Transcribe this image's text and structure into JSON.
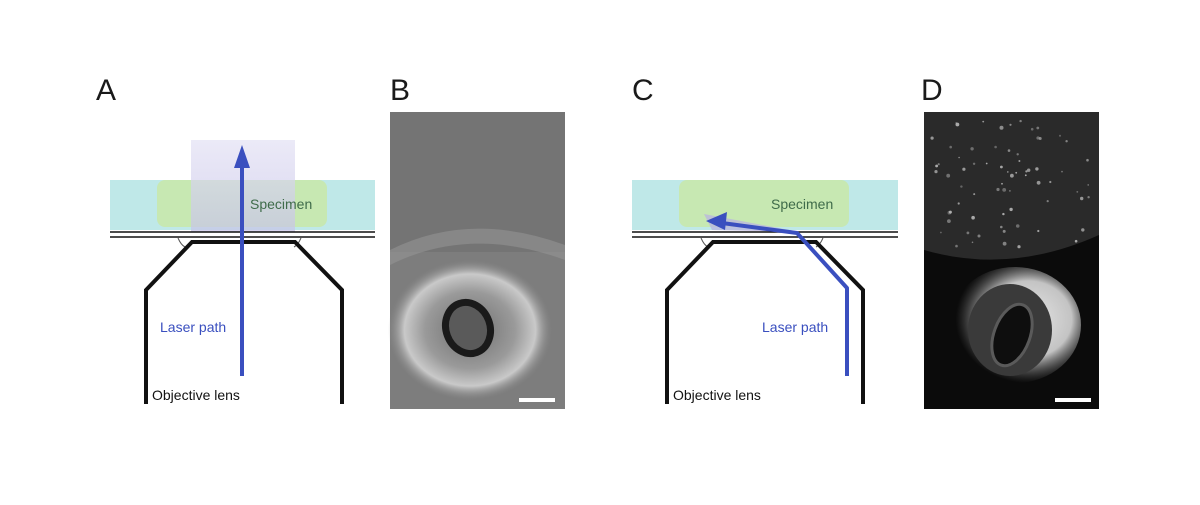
{
  "panels": {
    "a": {
      "letter": "A",
      "specimen_label": "Specimen",
      "laser_label": "Laser path",
      "objective_label": "Objective lens"
    },
    "b": {
      "letter": "B"
    },
    "c": {
      "letter": "C",
      "specimen_label": "Specimen",
      "laser_label": "Laser path",
      "objective_label": "Objective lens"
    },
    "d": {
      "letter": "D"
    }
  },
  "colors": {
    "medium": "#bfe8e8",
    "specimen": "#c8e8a8",
    "laser": "#3a4fbf",
    "illumination": "#d7d4ee",
    "lens": "#111111"
  }
}
